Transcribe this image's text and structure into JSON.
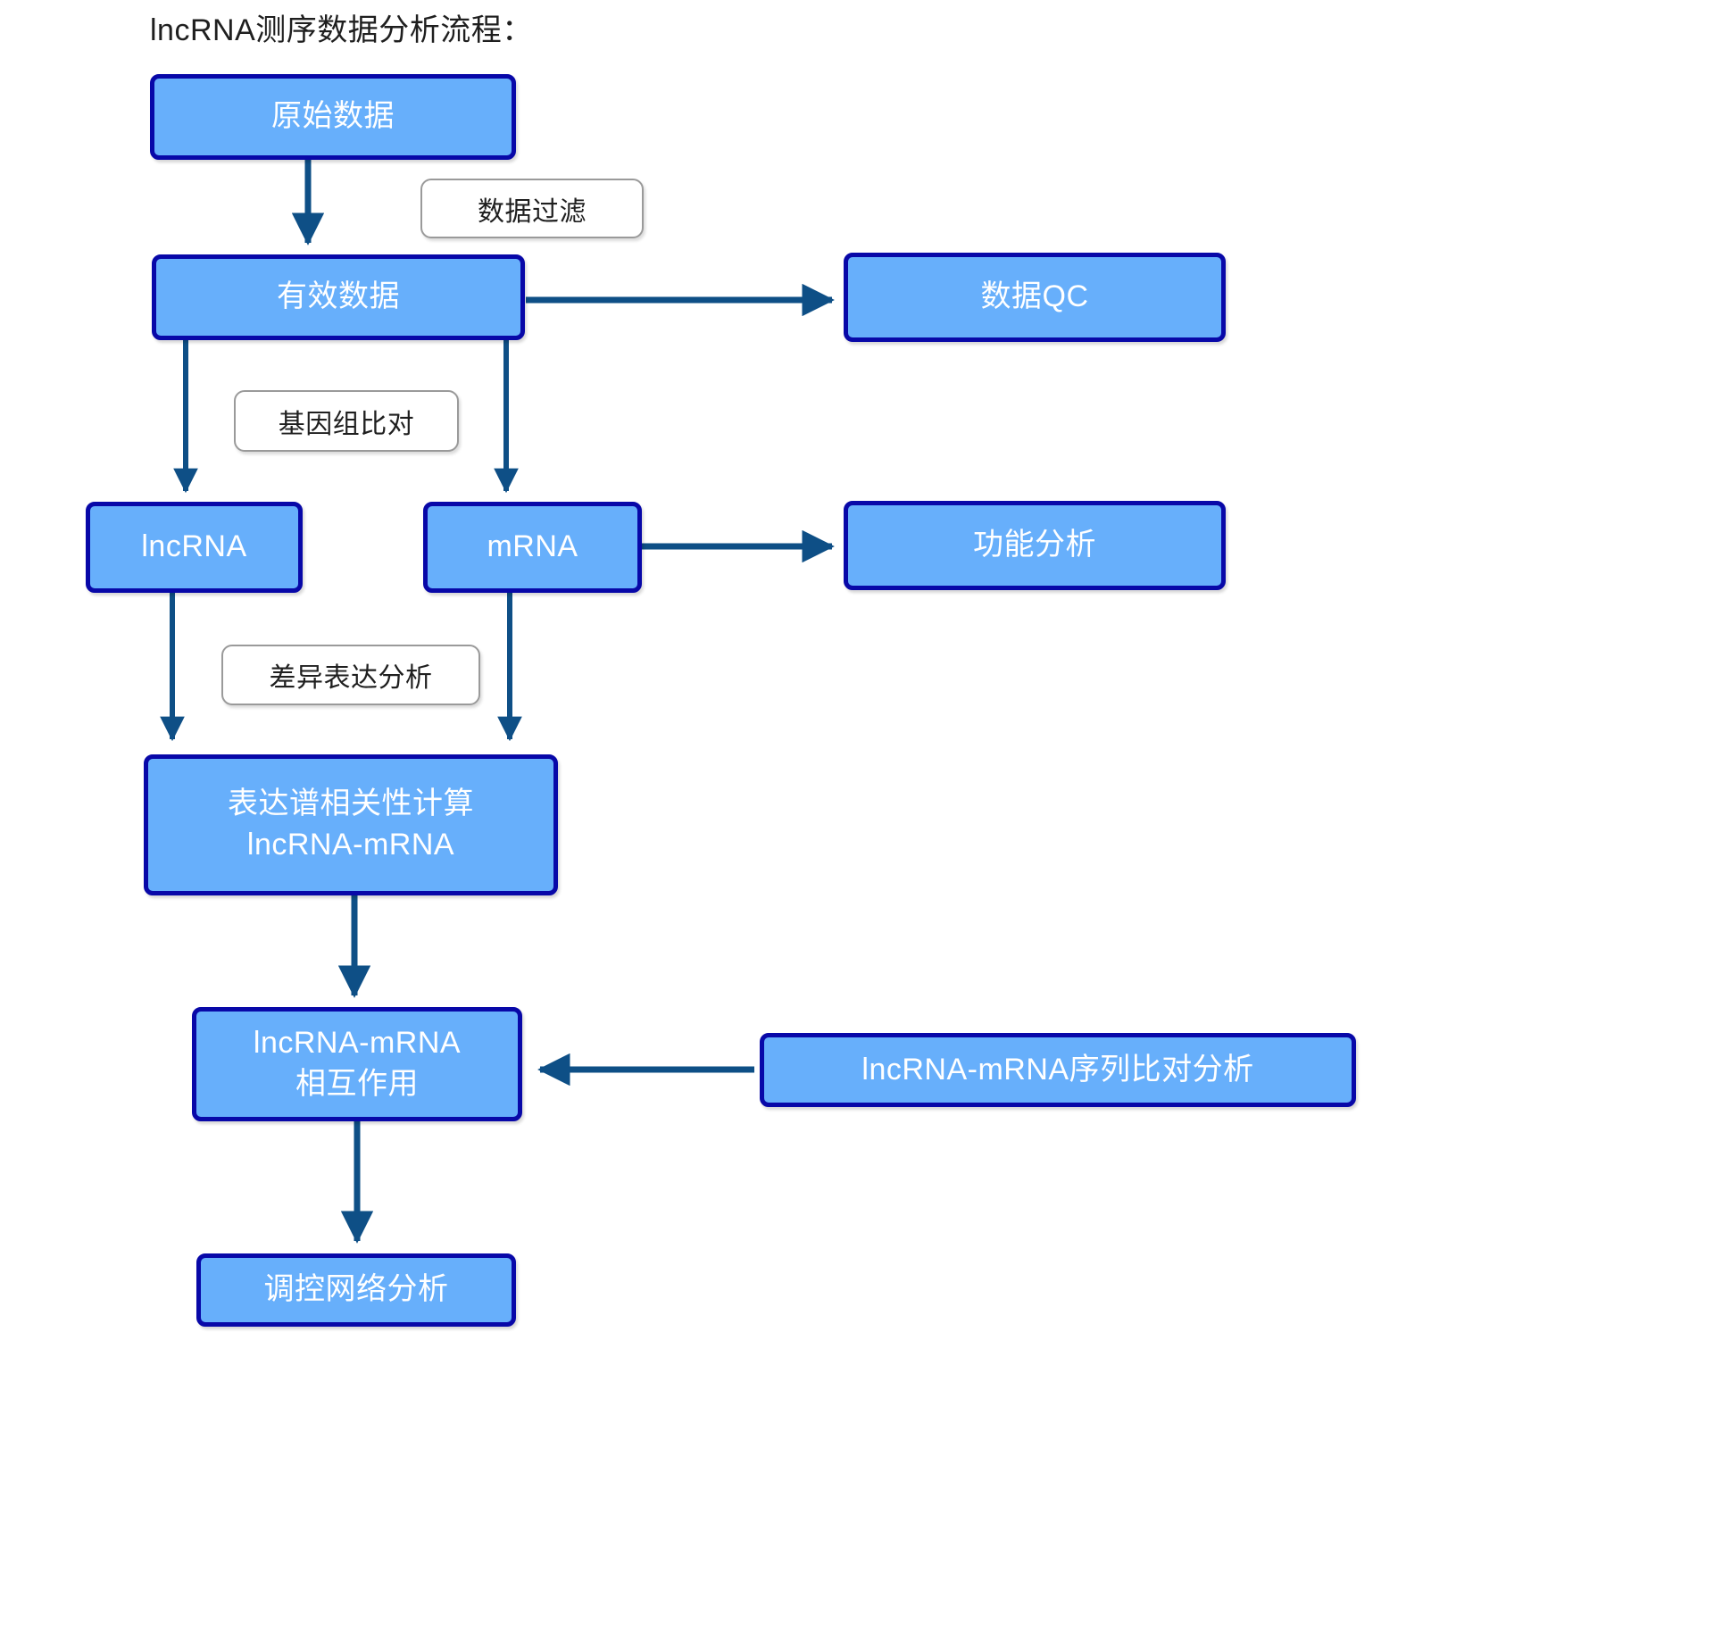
{
  "title": "lncRNA测序数据分析流程：",
  "colors": {
    "node_fill": "#67AFFB",
    "node_border": "#0808A8",
    "node_text": "#FFFFFF",
    "edge_stroke": "#0E4F86",
    "edge_label_border": "#9A9A9A",
    "edge_label_text": "#1F1F1F",
    "background": "#FFFFFF"
  },
  "nodes": [
    {
      "id": "raw_data",
      "label": "原始数据"
    },
    {
      "id": "valid_data",
      "label": "有效数据"
    },
    {
      "id": "data_qc",
      "label": "数据QC"
    },
    {
      "id": "lncrna",
      "label": "lncRNA"
    },
    {
      "id": "mrna",
      "label": "mRNA"
    },
    {
      "id": "func_analysis",
      "label": "功能分析"
    },
    {
      "id": "corr_calc",
      "label": "表达谱相关性计算\nlncRNA-mRNA"
    },
    {
      "id": "interaction",
      "label": "lncRNA-mRNA\n相互作用"
    },
    {
      "id": "seq_alignment",
      "label": "lncRNA-mRNA序列比对分析"
    },
    {
      "id": "network",
      "label": "调控网络分析"
    }
  ],
  "edge_labels": [
    {
      "id": "filter",
      "label": "数据过滤"
    },
    {
      "id": "genome_map",
      "label": "基因组比对"
    },
    {
      "id": "deg",
      "label": "差异表达分析"
    }
  ],
  "edges": [
    {
      "from": "raw_data",
      "to": "valid_data",
      "label": "数据过滤"
    },
    {
      "from": "valid_data",
      "to": "data_qc",
      "label": ""
    },
    {
      "from": "valid_data",
      "to": "lncrna",
      "label": "基因组比对"
    },
    {
      "from": "valid_data",
      "to": "mrna",
      "label": "基因组比对"
    },
    {
      "from": "mrna",
      "to": "func_analysis",
      "label": ""
    },
    {
      "from": "lncrna",
      "to": "corr_calc",
      "label": "差异表达分析"
    },
    {
      "from": "mrna",
      "to": "corr_calc",
      "label": "差异表达分析"
    },
    {
      "from": "corr_calc",
      "to": "interaction",
      "label": ""
    },
    {
      "from": "seq_alignment",
      "to": "interaction",
      "label": ""
    },
    {
      "from": "interaction",
      "to": "network",
      "label": ""
    }
  ]
}
